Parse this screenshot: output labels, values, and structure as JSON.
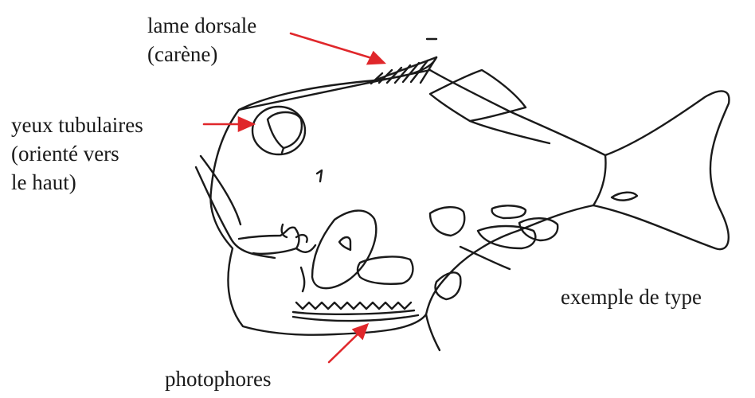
{
  "labels": {
    "dorsal_blade": [
      "lame dorsale",
      "(carène)"
    ],
    "tubular_eyes": [
      "yeux tubulaires",
      "(orienté vers",
      "le haut)"
    ],
    "photophores": "photophores",
    "type_example": "exemple de type"
  },
  "colors": {
    "arrow": "#e0272b",
    "outline": "#1a1a1a",
    "text": "#1a1a1a",
    "background": "#ffffff"
  }
}
